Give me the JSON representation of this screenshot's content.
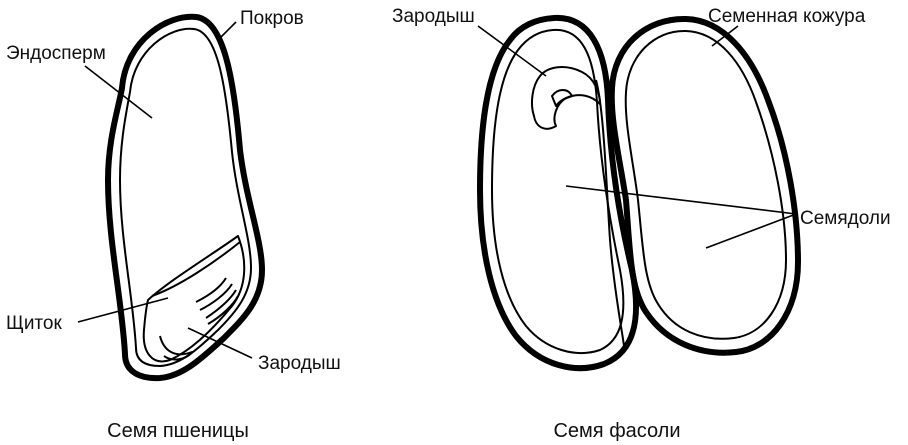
{
  "wheat": {
    "labels": {
      "covering": "Покров",
      "endosperm": "Эндосперм",
      "scutellum": "Щиток",
      "embryo": "Зародыш"
    },
    "caption": "Семя пшеницы"
  },
  "bean": {
    "labels": {
      "embryo": "Зародыш",
      "seed_coat": "Семенная кожура",
      "cotyledons": "Семядоли"
    },
    "caption": "Семя фасоли"
  },
  "colors": {
    "ink": "#000000",
    "background": "#ffffff"
  }
}
